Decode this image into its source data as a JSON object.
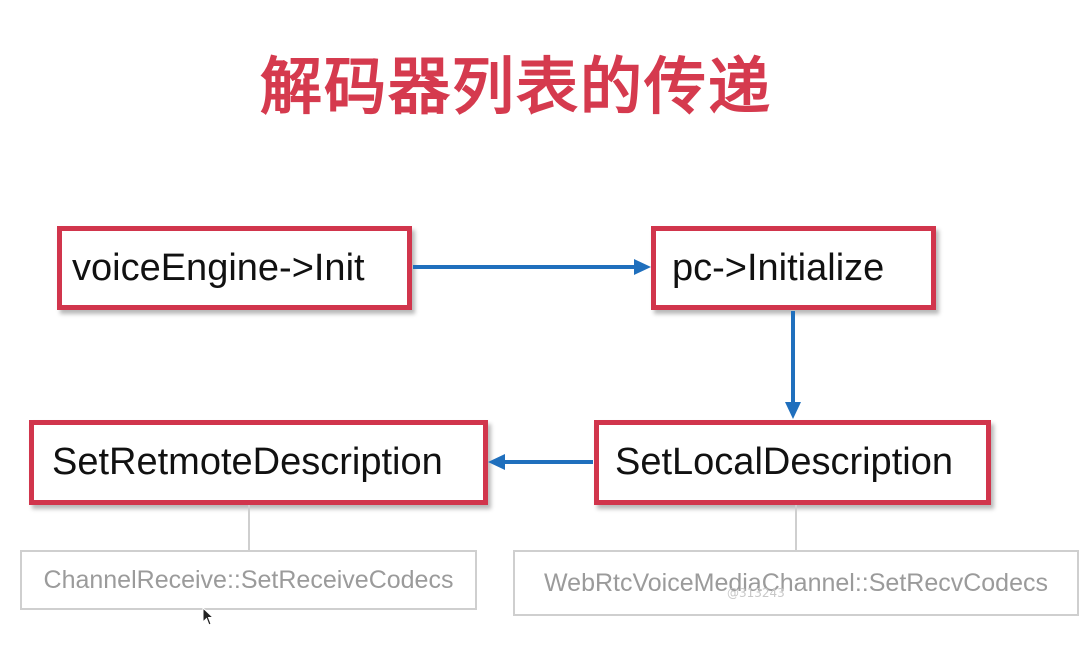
{
  "title": "解码器列表的传递",
  "nodes": {
    "voice_engine_init": "voiceEngine->Init",
    "pc_initialize": "pc->Initialize",
    "set_remote_description": "SetRetmoteDescription",
    "set_local_description": "SetLocalDescription"
  },
  "notes": {
    "channel_receive": "ChannelReceive::SetReceiveCodecs",
    "webrtc_voice_media_channel": "WebRtcVoiceMediaChannel::SetRecvCodecs"
  },
  "watermark": "@313243",
  "colors": {
    "title": "#d53a4e",
    "box_border": "#d1354c",
    "arrow": "#1f6fbd",
    "note_border": "#cfcfcf",
    "note_text": "#9b9b9b"
  },
  "edges": [
    {
      "from": "voiceEngine->Init",
      "to": "pc->Initialize"
    },
    {
      "from": "pc->Initialize",
      "to": "SetLocalDescription"
    },
    {
      "from": "SetLocalDescription",
      "to": "SetRetmoteDescription"
    }
  ]
}
